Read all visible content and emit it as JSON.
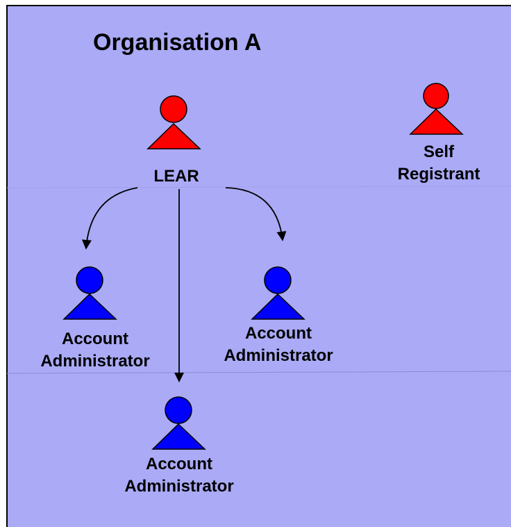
{
  "organisation": {
    "title": "Organisation A"
  },
  "colors": {
    "background": "#aaaaf6",
    "border": "#000000",
    "lear_actor": "#ff0000",
    "self_registrant_actor": "#ff0000",
    "account_admin_actor": "#0000ff",
    "arrow": "#000000",
    "divider": "#8c8cd8"
  },
  "actors": {
    "lear": {
      "label_lines": [
        "LEAR"
      ],
      "icon": "person-icon"
    },
    "self_registrant": {
      "label_lines": [
        "Self",
        "Registrant"
      ],
      "icon": "person-icon"
    },
    "account_admin_left": {
      "label_lines": [
        "Account",
        "Administrator"
      ],
      "icon": "person-icon"
    },
    "account_admin_right": {
      "label_lines": [
        "Account",
        "Administrator"
      ],
      "icon": "person-icon"
    },
    "account_admin_bottom": {
      "label_lines": [
        "Account",
        "Administrator"
      ],
      "icon": "person-icon"
    }
  },
  "relations": [
    {
      "from": "lear",
      "to": "account_admin_left"
    },
    {
      "from": "lear",
      "to": "account_admin_bottom"
    },
    {
      "from": "lear",
      "to": "account_admin_right"
    }
  ]
}
